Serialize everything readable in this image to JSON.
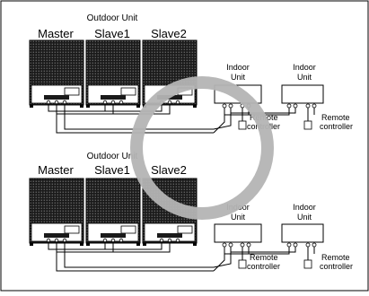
{
  "systems": [
    {
      "outdoor_title": "Outdoor Unit",
      "units": [
        "Master",
        "Slave1",
        "Slave2"
      ],
      "indoor_units": [
        {
          "label_line1": "Indoor",
          "label_line2": "Unit",
          "remote_line1": "Remote",
          "remote_line2": "controller"
        },
        {
          "label_line1": "Indoor",
          "label_line2": "Unit",
          "remote_line1": "Remote",
          "remote_line2": "controller"
        }
      ]
    },
    {
      "outdoor_title": "Outdoor Unit",
      "units": [
        "Master",
        "Slave1",
        "Slave2"
      ],
      "indoor_units": [
        {
          "label_line1": "Indoor",
          "label_line2": "Unit",
          "remote_line1": "Remote",
          "remote_line2": "controller"
        },
        {
          "label_line1": "Indoor",
          "label_line2": "Unit",
          "remote_line1": "Remote",
          "remote_line2": "controller"
        }
      ]
    }
  ],
  "overlay_ring_color": "#b4b4b4",
  "unit_body_color": "#1a1a1a"
}
